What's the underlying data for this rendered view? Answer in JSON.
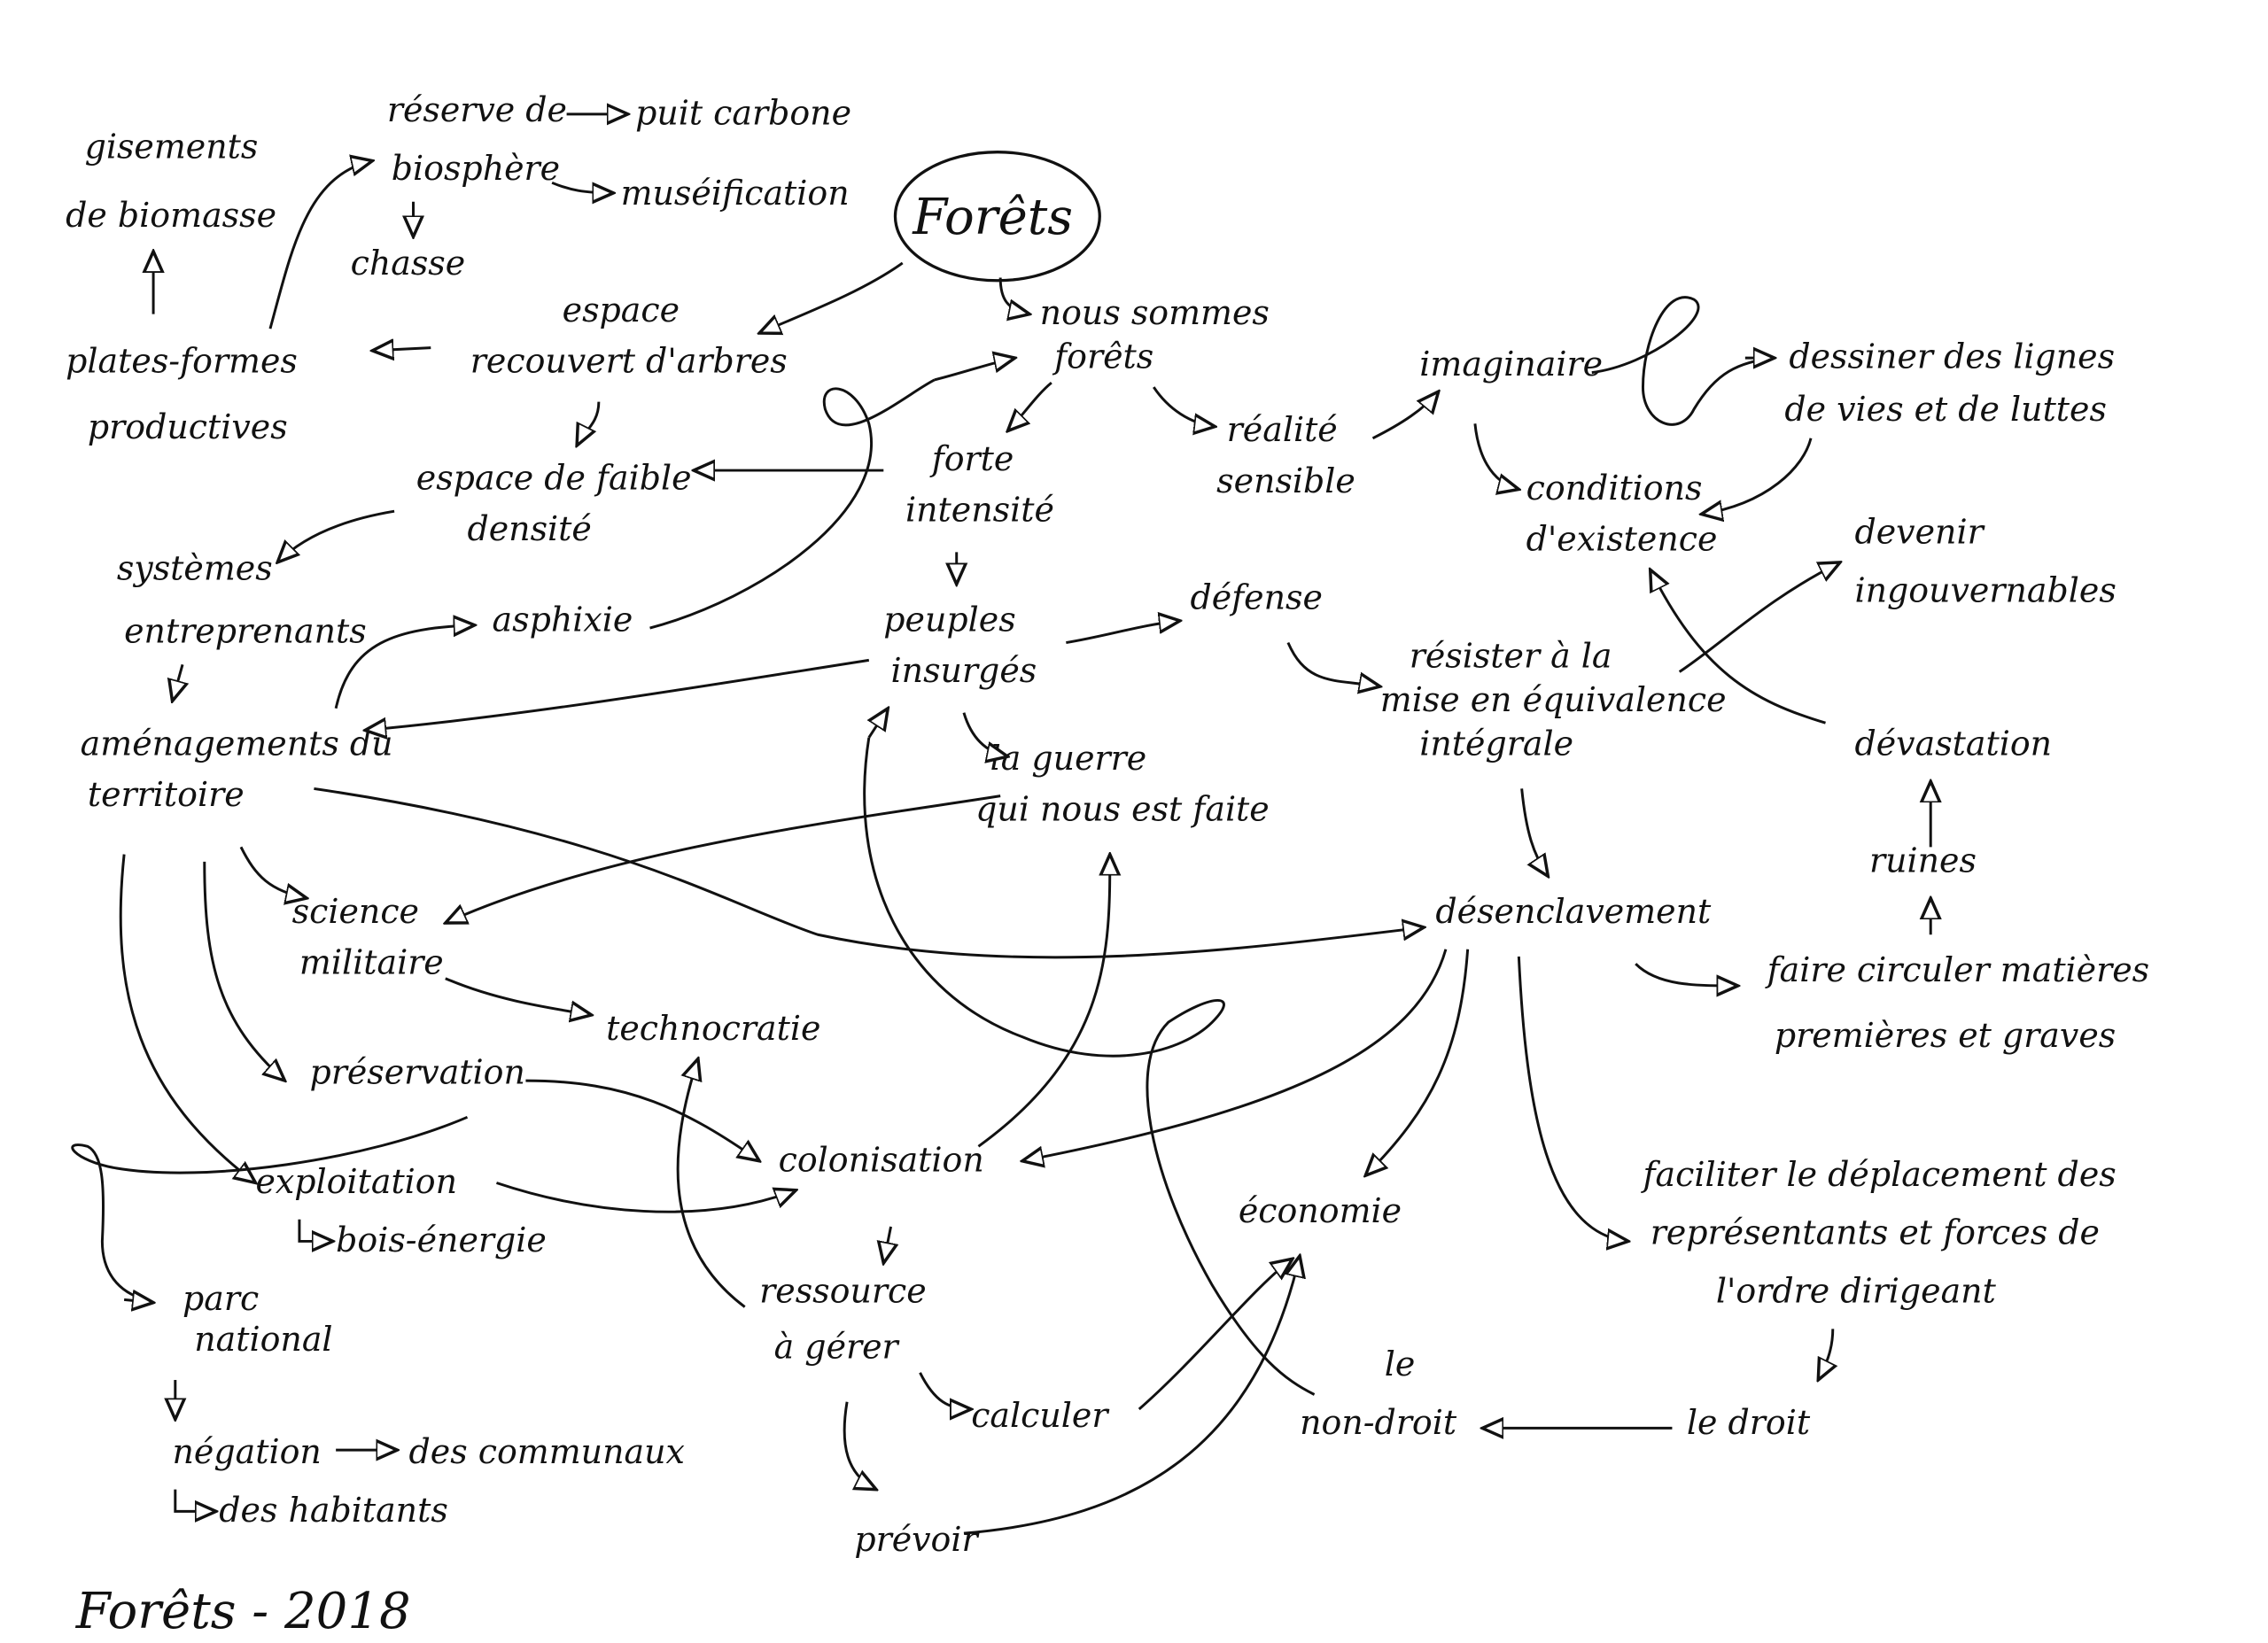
{
  "title": "Forêts",
  "signature": "Forêts - 2018",
  "nodes": {
    "gisements": [
      "gisements",
      "de biomasse"
    ],
    "plates_formes": [
      "plates-formes",
      "productives"
    ],
    "reserve": [
      "réserve de",
      "biosphère"
    ],
    "chasse": "chasse",
    "puit_carbone": "puit carbone",
    "museification": "muséification",
    "espace_recouvert": [
      "espace",
      "recouvert d'arbres"
    ],
    "nous_sommes": [
      "nous sommes",
      "forêts"
    ],
    "espace_faible": [
      "espace de faible",
      "densité"
    ],
    "forte_intensite": [
      "forte",
      "intensité"
    ],
    "realite": [
      "réalité",
      "sensible"
    ],
    "imaginaire": "imaginaire",
    "dessiner": [
      "dessiner des lignes",
      "de vies et de luttes"
    ],
    "conditions": [
      "conditions",
      "d'existence"
    ],
    "devenir": [
      "devenir",
      "ingouvernables"
    ],
    "systemes": [
      "systèmes",
      "entreprenants"
    ],
    "asphixie": "asphixie",
    "peuples": [
      "peuples",
      "insurgés"
    ],
    "defense": "défense",
    "resister": [
      "résister à la",
      "mise en équivalence",
      "intégrale"
    ],
    "devastation": "dévastation",
    "amenagements": [
      "aménagements du",
      "territoire"
    ],
    "guerre": [
      "la guerre",
      "qui nous est faite"
    ],
    "ruines": "ruines",
    "science": [
      "science",
      "militaire"
    ],
    "desenclavement": "désenclavement",
    "faire_circuler": [
      "faire circuler matières",
      "premières et graves"
    ],
    "technocratie": "technocratie",
    "preservation": "préservation",
    "colonisation": "colonisation",
    "economie": "économie",
    "faciliter": [
      "faciliter le déplacement des",
      "représentants et forces de",
      "l'ordre dirigeant"
    ],
    "exploitation": "exploitation",
    "bois_energie": "bois-énergie",
    "parc": [
      "parc",
      "national"
    ],
    "ressource": [
      "ressource",
      "à gérer"
    ],
    "non_droit": [
      "le",
      "non-droit"
    ],
    "droit": "le droit",
    "calculer": "calculer",
    "negation": "négation",
    "communaux": "des communaux",
    "habitants": "des habitants",
    "prevoir": "prévoir"
  }
}
